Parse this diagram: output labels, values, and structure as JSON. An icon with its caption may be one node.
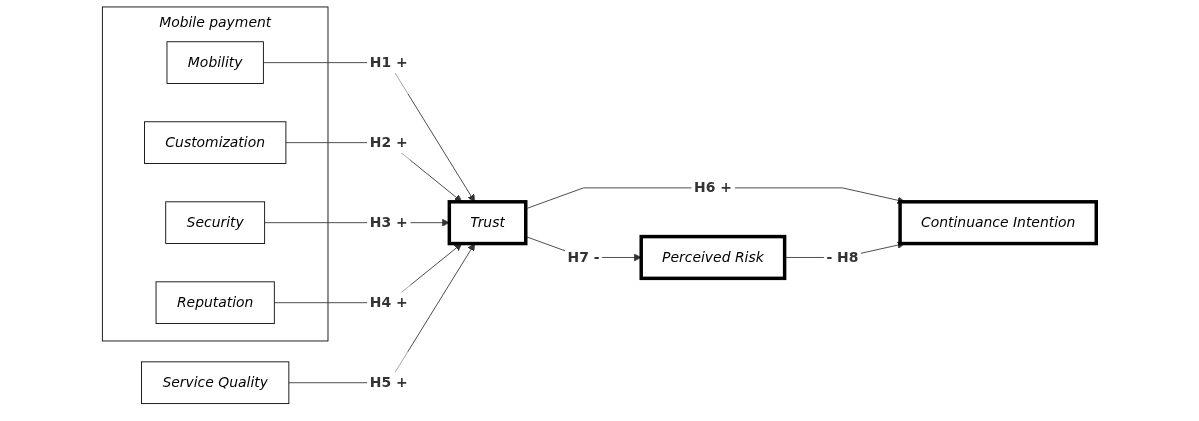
{
  "diagram": {
    "nodes": [
      {
        "text": [
          "Mobile payment"
        ]
      },
      {
        "text": [
          "Mobility"
        ],
        "in": 0
      },
      {
        "text": [
          "Customization"
        ],
        "in": 0
      },
      {
        "text": [
          "Security"
        ],
        "in": 0
      },
      {
        "text": [
          "Reputation"
        ],
        "in": 0
      },
      {
        "text": [
          "Service Quality"
        ]
      },
      {
        "text": [
          "Trust"
        ]
      },
      {
        "text": [
          "Continuance Intention"
        ]
      },
      {
        "text": [
          "Perceived Risk"
        ]
      }
    ],
    "edges": [
      {
        "from": 1,
        "to": 6,
        "arrow": "to",
        "label": "H1 +"
      },
      {
        "from": 2,
        "to": 6,
        "arrow": "to",
        "label": "H2 +"
      },
      {
        "from": 3,
        "to": 6,
        "arrow": "to",
        "label": "H3 +"
      },
      {
        "from": 4,
        "to": 6,
        "arrow": "to",
        "label": "H4 +"
      },
      {
        "from": 5,
        "to": 6,
        "arrow": "to",
        "label": "H5 +"
      },
      {
        "from": 6,
        "to": 7,
        "arrow": "to",
        "label": "H6 +"
      },
      {
        "from": 6,
        "to": 8,
        "arrow": "to",
        "label": "H7 -"
      },
      {
        "from": 8,
        "to": 7,
        "arrow": "to",
        "label": "- H8"
      }
    ]
  }
}
